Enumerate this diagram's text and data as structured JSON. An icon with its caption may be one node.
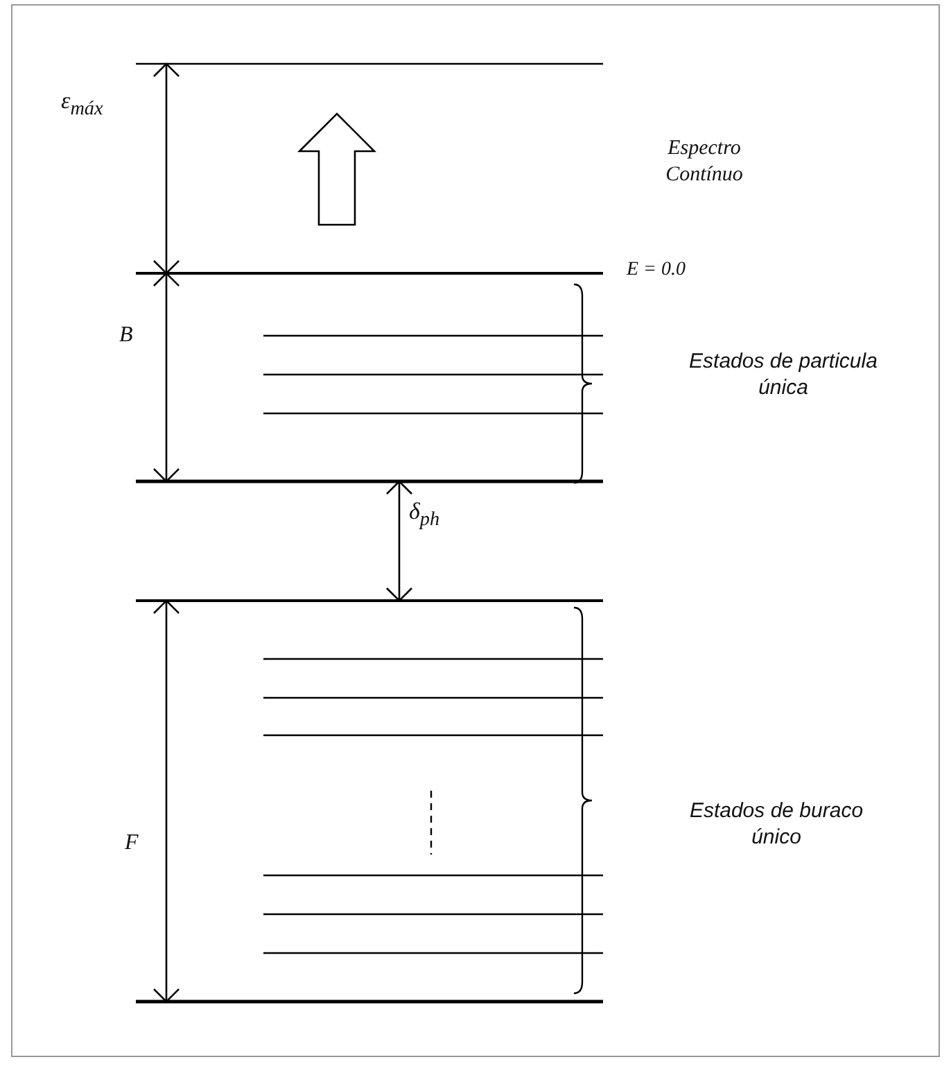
{
  "diagram": {
    "labels": [
      "ε$_{máx}$",
      "Espectro Contínuo",
      "E = 0.0",
      "B",
      "Estados de particula única",
      "δ$_{ph}$",
      "F",
      "Estados de buraco único"
    ]
  }
}
